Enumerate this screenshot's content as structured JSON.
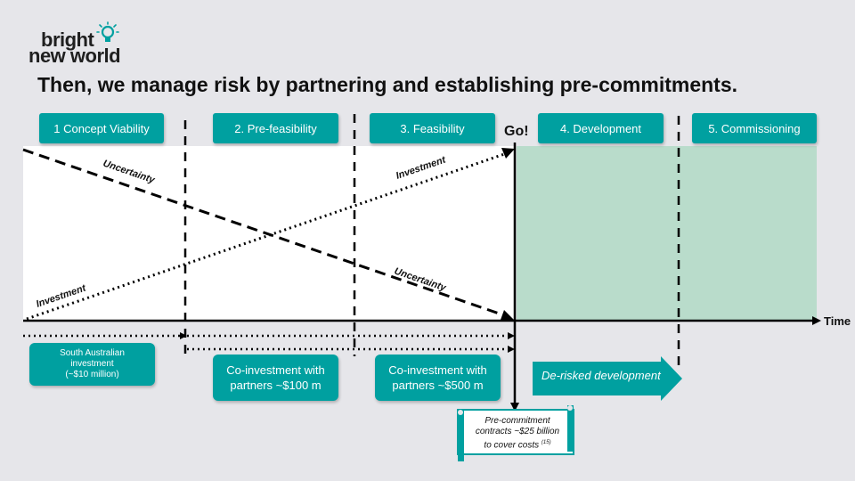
{
  "logo": {
    "line1": "bright",
    "line2": "new world"
  },
  "title": "Then, we manage risk by partnering and establishing pre-commitments.",
  "phases": [
    {
      "label": "1 Concept Viability"
    },
    {
      "label": "2. Pre-feasibility"
    },
    {
      "label": "3. Feasibility"
    },
    {
      "label": "4. Development"
    },
    {
      "label": "5. Commissioning"
    }
  ],
  "go_label": "Go!",
  "time_label": "Time",
  "curve_labels": {
    "uncertainty_top": "Uncertainty",
    "uncertainty_bottom": "Uncertainty",
    "investment_top": "Investment",
    "investment_bottom": "Investment"
  },
  "funding": {
    "sa_line1": "South Australian",
    "sa_line2": "investment",
    "sa_line3": "(~$10 million)",
    "co100_line1": "Co-investment  with",
    "co100_line2": "partners ~$100 m",
    "co500_line1": "Co-investment  with",
    "co500_line2": "partners ~$500 m"
  },
  "derisked": "De-risked development",
  "precommit": {
    "line1": "Pre-commitment",
    "line2": "contracts ~$25 billion",
    "line3": "to cover costs",
    "ref": "(15)"
  },
  "colors": {
    "accent": "#00a0a0",
    "development_fill": "#b9dccb",
    "background": "#e6e6ea"
  }
}
